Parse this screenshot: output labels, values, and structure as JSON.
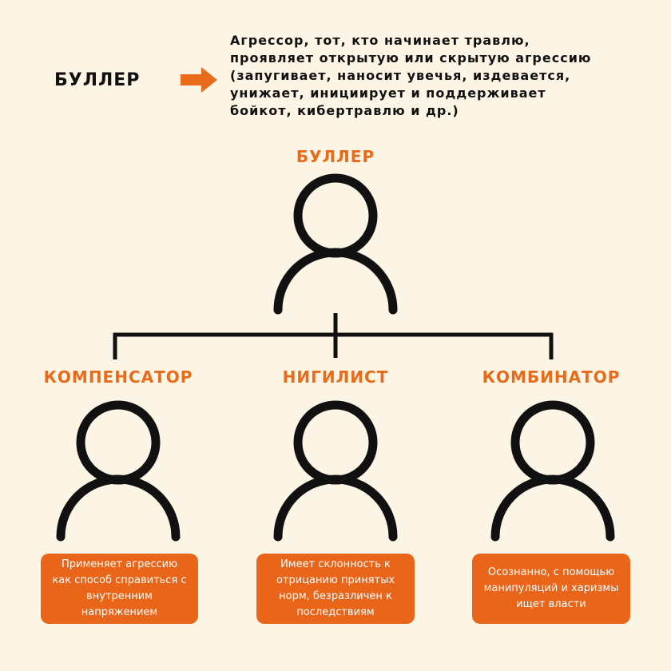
{
  "top": {
    "label": "БУЛЛЕР",
    "arrow_icon": "arrow-right-icon",
    "definition": "Агрессор, тот, кто начинает травлю, проявляет открытую или скрытую агрессию (запугивает, наносит увечья, издевается, унижает, инициирует и поддерживает бойкот, кибертравлю и др.)"
  },
  "root": {
    "title": "БУЛЛЕР",
    "icon": "person-icon"
  },
  "types": [
    {
      "title": "КОМПЕНСАТОР",
      "icon": "person-icon",
      "description": "Применяет агрессию как способ справиться с внутренним напряжением"
    },
    {
      "title": "НИГИЛИСТ",
      "icon": "person-icon",
      "description": "Имеет склонность к отрицанию принятых норм, безразличен к последствиям"
    },
    {
      "title": "КОМБИНАТОР",
      "icon": "person-icon",
      "description": "Осознанно, с помощью манипуляций и харизмы ищет власти"
    }
  ],
  "colors": {
    "background": "#fcf5e5",
    "accent": "#e86b1a",
    "box": "#e8651a",
    "ink": "#111111"
  }
}
